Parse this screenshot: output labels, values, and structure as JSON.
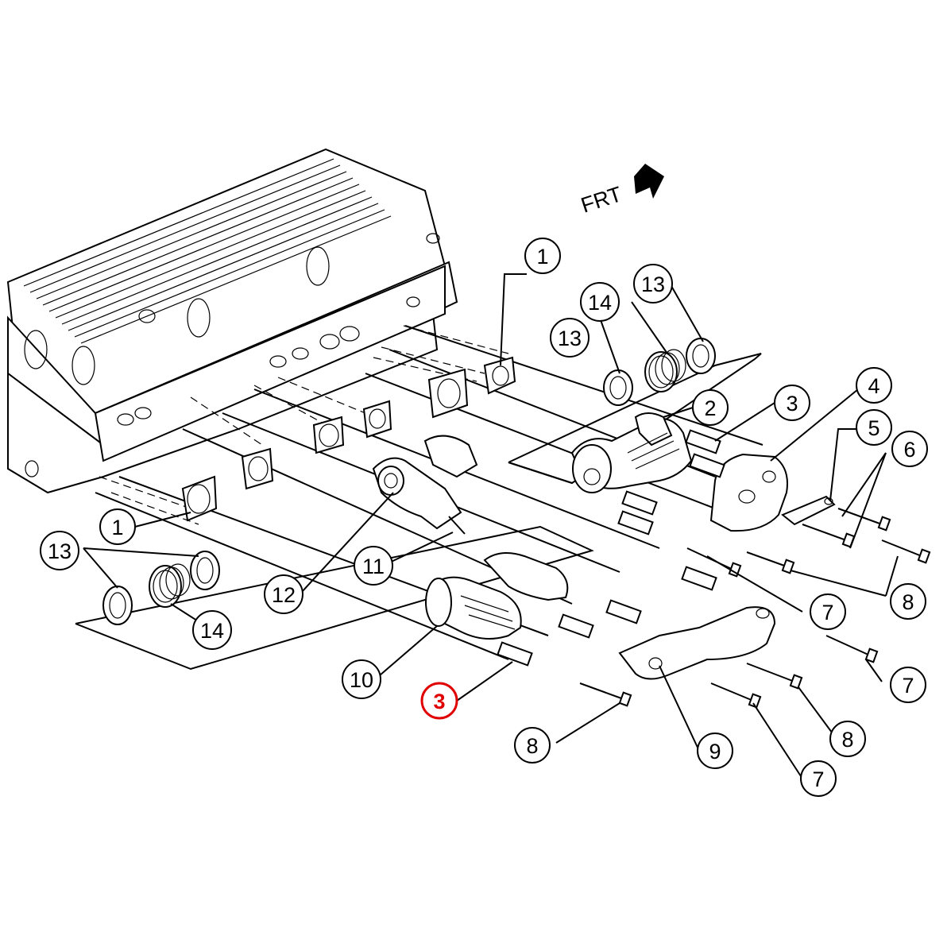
{
  "diagram": {
    "direction_label": "FRT",
    "highlight_color": "#e00000",
    "callouts": [
      {
        "id": "c1a",
        "label": "1"
      },
      {
        "id": "c1b",
        "label": "1"
      },
      {
        "id": "c2",
        "label": "2"
      },
      {
        "id": "c3a",
        "label": "3"
      },
      {
        "id": "c3b",
        "label": "3",
        "highlighted": true
      },
      {
        "id": "c4",
        "label": "4"
      },
      {
        "id": "c5",
        "label": "5"
      },
      {
        "id": "c6",
        "label": "6"
      },
      {
        "id": "c7a",
        "label": "7"
      },
      {
        "id": "c7b",
        "label": "7"
      },
      {
        "id": "c7c",
        "label": "7"
      },
      {
        "id": "c8a",
        "label": "8"
      },
      {
        "id": "c8b",
        "label": "8"
      },
      {
        "id": "c8c",
        "label": "8"
      },
      {
        "id": "c9",
        "label": "9"
      },
      {
        "id": "c10",
        "label": "10"
      },
      {
        "id": "c11",
        "label": "11"
      },
      {
        "id": "c12",
        "label": "12"
      },
      {
        "id": "c13a",
        "label": "13"
      },
      {
        "id": "c13b",
        "label": "13"
      },
      {
        "id": "c13c",
        "label": "13"
      },
      {
        "id": "c14a",
        "label": "14"
      },
      {
        "id": "c14b",
        "label": "14"
      }
    ]
  }
}
